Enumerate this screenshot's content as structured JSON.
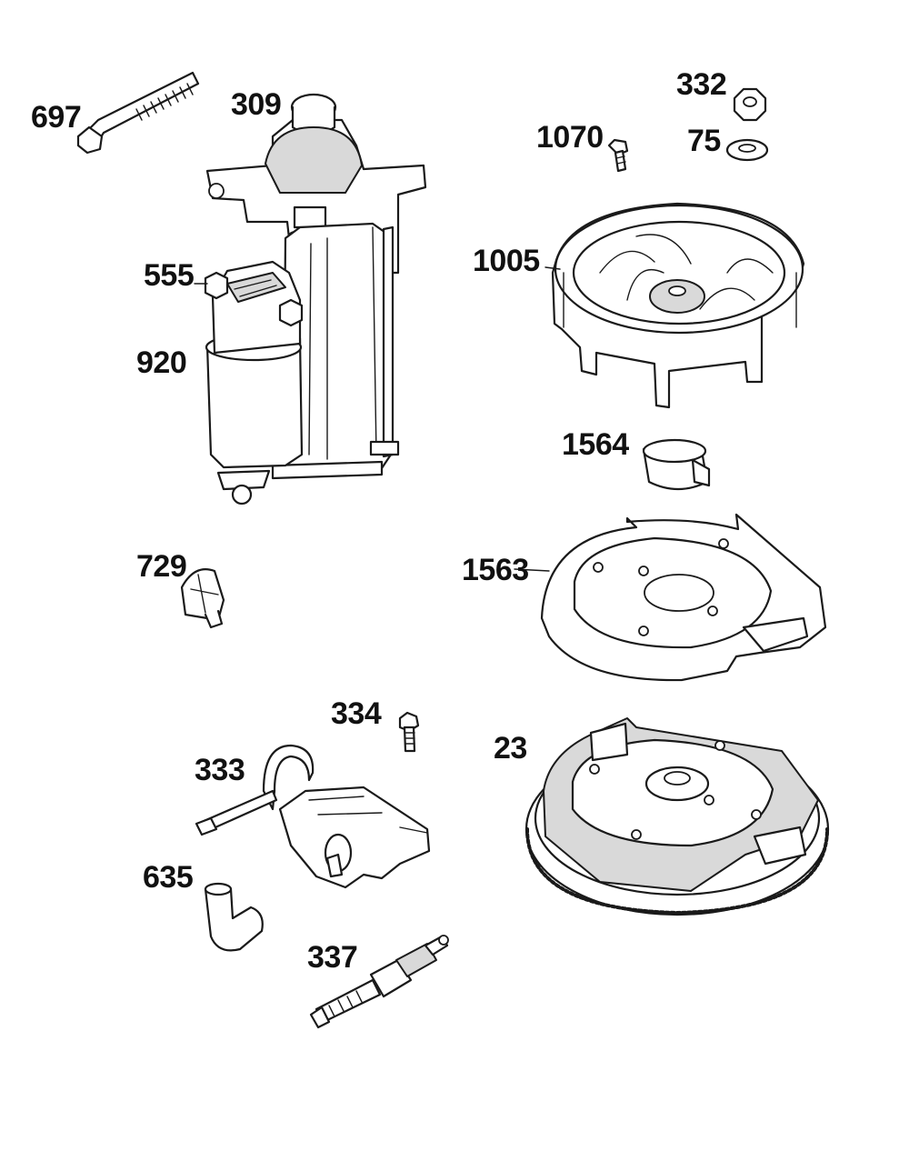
{
  "diagram": {
    "callouts": {
      "p697": "697",
      "p309": "309",
      "p332": "332",
      "p1070": "1070",
      "p75": "75",
      "p555": "555",
      "p1005": "1005",
      "p920": "920",
      "p1564": "1564",
      "p729": "729",
      "p1563": "1563",
      "p334": "334",
      "p23": "23",
      "p333": "333",
      "p635": "635",
      "p337": "337"
    }
  }
}
